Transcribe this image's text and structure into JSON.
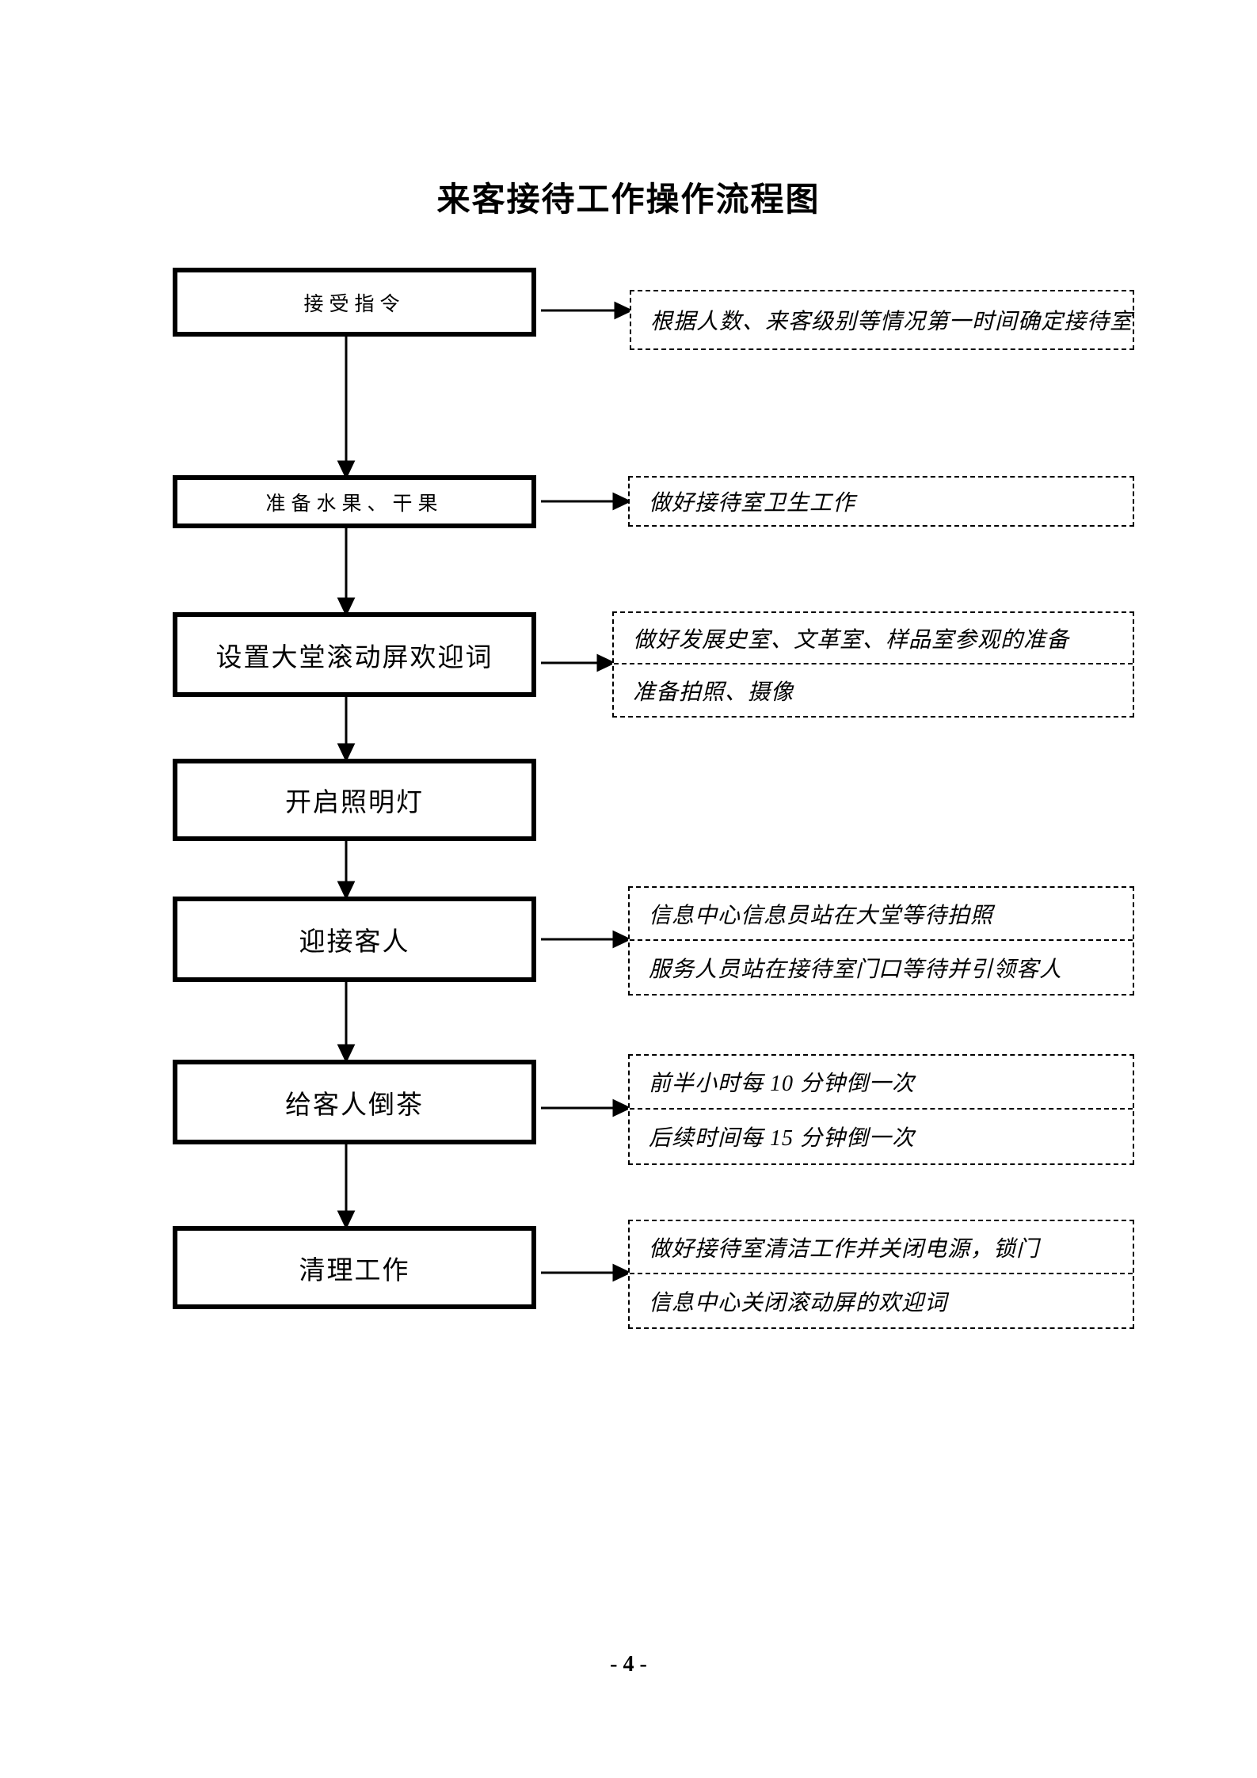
{
  "page": {
    "title": "来客接待工作操作流程图",
    "page_number": "- 4 -"
  },
  "colors": {
    "ink": "#000000",
    "background": "#ffffff"
  },
  "flow": {
    "steps": [
      {
        "label": "接受指令",
        "notes": [
          "根据人数、来客级别等情况第一时间确定接待室"
        ]
      },
      {
        "label": "准备水果、干果",
        "notes": [
          "做好接待室卫生工作"
        ]
      },
      {
        "label": "设置大堂滚动屏欢迎词",
        "notes": [
          "做好发展史室、文革室、样品室参观的准备",
          "准备拍照、摄像"
        ]
      },
      {
        "label": "开启照明灯",
        "notes": []
      },
      {
        "label": "迎接客人",
        "notes": [
          "信息中心信息员站在大堂等待拍照",
          "服务人员站在接待室门口等待并引领客人"
        ]
      },
      {
        "label": "给客人倒茶",
        "notes": [
          "前半小时每 10 分钟倒一次",
          "后续时间每 15 分钟倒一次"
        ]
      },
      {
        "label": "清理工作",
        "notes": [
          "做好接待室清洁工作并关闭电源，锁门",
          "信息中心关闭滚动屏的欢迎词"
        ]
      }
    ]
  }
}
